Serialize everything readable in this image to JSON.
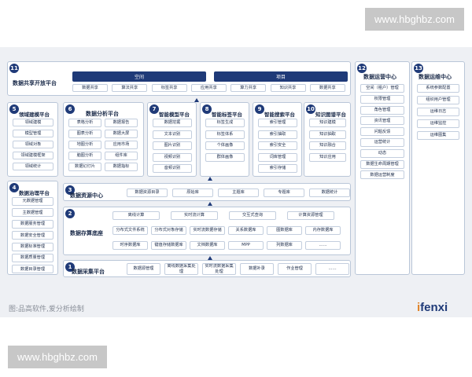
{
  "watermark_top": "www.hbghbz.com",
  "watermark_bottom": "www.hbghbz.com",
  "source_note": "图:品高软件,爱分析绘制",
  "logo": {
    "i": "i",
    "rest": "fenxi"
  },
  "colors": {
    "primary": "#1f3a78",
    "border": "#b9c6d8",
    "background": "#eef0f4"
  },
  "share_platform": {
    "num": "11",
    "title": "数据共享开放平台",
    "space": "空间",
    "project": "项目",
    "items": [
      "数据共享",
      "算法共享",
      "标签共享",
      "应用共享",
      "算力共享",
      "知识共享",
      "数据共享"
    ]
  },
  "domain_platform": {
    "num": "5",
    "title": "领域建模平台",
    "items": [
      "领域建模",
      "模型管理",
      "领域对象",
      "领域建模框架",
      "领域统计"
    ]
  },
  "analysis_platform": {
    "num": "6",
    "title": "数据分析平台",
    "items": [
      "表格分析",
      "数据报告",
      "图表分析",
      "数据大屏",
      "地图分析",
      "应用市场",
      "脑图分析",
      "组件库",
      "数据幻灯片",
      "数据指标"
    ]
  },
  "model_platform": {
    "num": "7",
    "title": "智能模型平台",
    "items": [
      "数据挖掘",
      "文本识别",
      "图片识别",
      "视频识别",
      "音频识别"
    ]
  },
  "tag_platform": {
    "num": "8",
    "title": "智能标签平台",
    "items": [
      "标签生成",
      "标签体系",
      "个体画像",
      "群体画像"
    ]
  },
  "search_platform": {
    "num": "9",
    "title": "智能搜索平台",
    "items": [
      "索引管理",
      "索引抽取",
      "索引安全",
      "词库管理",
      "索引存储"
    ]
  },
  "graph_platform": {
    "num": "10",
    "title": "知识图谱平台",
    "items": [
      "知识建模",
      "知识抽取",
      "知识融合",
      "知识应用"
    ]
  },
  "governance_platform": {
    "num": "4",
    "title": "数据治理平台",
    "items": [
      "元数据管理",
      "主数据管理",
      "数据服务管理",
      "数据安全管理",
      "数据标准管理",
      "数据质量管理",
      "数据目录管理"
    ]
  },
  "resource_center": {
    "num": "3",
    "title": "数据资源中心",
    "items": [
      "数据资源目录",
      "原始库",
      "主题库",
      "专题库",
      "数据统计"
    ]
  },
  "storage_platform": {
    "num": "2",
    "title": "数据存算底座",
    "row1": [
      "离线计算",
      "实时流计算",
      "交互式查询",
      "计算资源管理"
    ],
    "row2": [
      "分布式文件系统",
      "分布式对象存储",
      "实时流数据存储",
      "关系数据库",
      "图数据库",
      "内存数据库"
    ],
    "row3": [
      "时序数据库",
      "键值存储数据库",
      "文档数据库",
      "MPP",
      "列数据库",
      "……"
    ]
  },
  "collect_platform": {
    "num": "1",
    "title": "数据采集平台",
    "items": [
      "数据源管理",
      "离线数据采集处理",
      "实时流数据采集处理",
      "数据补录",
      "作业管理",
      "……"
    ]
  },
  "operation_center": {
    "num": "12",
    "title": "数据运营中心",
    "items": [
      "空间（租户）管理",
      "权限管理",
      "角色管理",
      "资讯管理",
      "问题反馈",
      "运营统计",
      "动态",
      "数据生命周期管理",
      "数据运营制度"
    ]
  },
  "maintenance_center": {
    "num": "13",
    "title": "数据运维中心",
    "items": [
      "系统参数配置",
      "组织用户管理",
      "运维日志",
      "运维监控",
      "运维图集"
    ]
  }
}
